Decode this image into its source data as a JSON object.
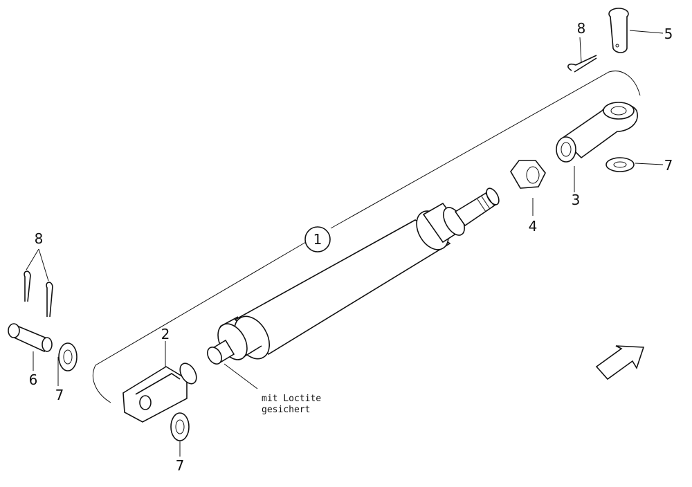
{
  "labels": {
    "assembly": "1",
    "clevis": "2",
    "rod_end": "3",
    "nut": "4",
    "pin_top": "5",
    "pin_left": "6",
    "washer_left": "7",
    "washer_bottom": "7",
    "washer_right": "7",
    "split_pin_top": "8",
    "split_pin_left": "8"
  },
  "note": {
    "line1": "mit Loctite",
    "line2": "gesichert"
  }
}
